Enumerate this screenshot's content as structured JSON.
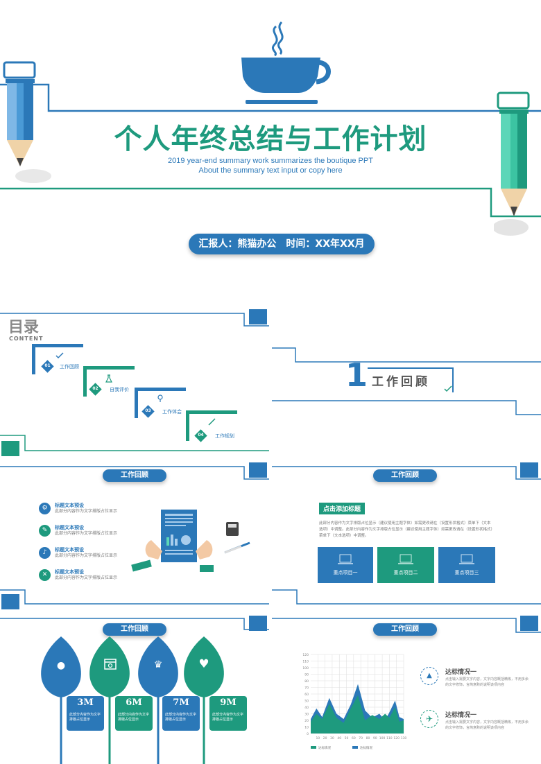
{
  "colors": {
    "blue": "#2b78b8",
    "green": "#1e9a7e",
    "light_blue": "#7fb8e6",
    "light_green": "#5cd6b8"
  },
  "cover": {
    "title": "个人年终总结与工作计划",
    "subtitle_line1": "2019 year-end summary work summarizes the boutique PPT",
    "subtitle_line2": "About the summary text input or copy here",
    "reporter": "汇报人：熊猫办公　时间：XX年XX月"
  },
  "toc": {
    "title": "目录",
    "subtitle": "CONTENT",
    "items": [
      {
        "num": "01",
        "label": "工作回顾",
        "icon": "check-icon"
      },
      {
        "num": "02",
        "label": "自我评价",
        "icon": "flask-icon"
      },
      {
        "num": "03",
        "label": "工作体会",
        "icon": "pin-icon"
      },
      {
        "num": "04",
        "label": "工作规划",
        "icon": "pen-icon"
      }
    ]
  },
  "section": {
    "number": "1",
    "title": "工作回顾"
  },
  "slide3": {
    "header": "工作回顾",
    "items": [
      {
        "title": "标题文本预设",
        "desc": "此部分内容作为文字排版占位显示",
        "icon": "gear-icon"
      },
      {
        "title": "标题文本预设",
        "desc": "此部分内容作为文字排版占位显示",
        "icon": "wrench-icon"
      },
      {
        "title": "标题文本预设",
        "desc": "此部分内容作为文字排版占位显示",
        "icon": "bell-icon"
      },
      {
        "title": "标题文本预设",
        "desc": "此部分内容作为文字排版占位显示",
        "icon": "tools-icon"
      }
    ]
  },
  "slide4": {
    "header": "工作回顾",
    "tag": "点击添加标题",
    "paragraph": "此部分内容作为文字排版占位显示（建议使用主题字体）如需更改请在（设置形状格式）菜单下（文本选项）中调整。此部分内容作为文字排版占位显示（建议使用主题字体）如需更改请在（设置形状格式）菜单下（文本选项）中调整。",
    "boxes": [
      {
        "label": "重点项目一",
        "icon": "laptop-icon"
      },
      {
        "label": "重点项目二",
        "icon": "laptop-icon"
      },
      {
        "label": "重点项目三",
        "icon": "laptop-icon"
      }
    ]
  },
  "slide5": {
    "header": "工作回顾",
    "leaves": [
      {
        "value": "3M",
        "desc": "此部分内容作为文字排版占位显示",
        "icon": "drop-icon"
      },
      {
        "value": "6M",
        "desc": "此部分内容作为文字排版占位显示",
        "icon": "browser-icon"
      },
      {
        "value": "7M",
        "desc": "此部分内容作为文字排版占位显示",
        "icon": "trophy-icon"
      },
      {
        "value": "9M",
        "desc": "此部分内容作为文字排版占位显示",
        "icon": "heart-icon"
      }
    ]
  },
  "slide6": {
    "header": "工作回顾",
    "items": [
      {
        "title": "达标情况一",
        "desc": "点击输入需要文字内容，文字内容概括精炼，不用多余的文字修饰，言简意赅的说明该项内容",
        "icon": "triangle-icon"
      },
      {
        "title": "达标情况一",
        "desc": "点击输入需要文字内容，文字内容概括精炼，不用多余的文字修饰，言简意赅的说明该项内容",
        "icon": "plane-icon"
      }
    ],
    "legend": [
      "达标情况",
      "达标情况"
    ]
  },
  "chart_data": {
    "type": "area",
    "x": [
      10,
      20,
      30,
      40,
      50,
      60,
      70,
      80,
      90,
      100,
      110,
      120,
      130
    ],
    "xlim": [
      0,
      130
    ],
    "ylim": [
      0,
      120
    ],
    "yticks": [
      0,
      10,
      20,
      30,
      40,
      50,
      60,
      70,
      80,
      90,
      100,
      110,
      120
    ],
    "xticks": [
      10,
      20,
      30,
      40,
      50,
      60,
      70,
      80,
      90,
      100,
      110,
      120,
      130
    ],
    "grid": true,
    "legend_position": "bottom",
    "series": [
      {
        "name": "达标情况",
        "color": "#1e9a7e",
        "points": [
          [
            0,
            18
          ],
          [
            8,
            30
          ],
          [
            16,
            22
          ],
          [
            26,
            45
          ],
          [
            36,
            24
          ],
          [
            46,
            16
          ],
          [
            56,
            38
          ],
          [
            66,
            58
          ],
          [
            76,
            20
          ],
          [
            86,
            28
          ],
          [
            96,
            22
          ],
          [
            104,
            30
          ],
          [
            110,
            24
          ],
          [
            118,
            40
          ],
          [
            124,
            18
          ],
          [
            130,
            20
          ]
        ]
      },
      {
        "name": "达标情况",
        "color": "#2b78b8",
        "points": [
          [
            0,
            22
          ],
          [
            8,
            38
          ],
          [
            16,
            25
          ],
          [
            26,
            54
          ],
          [
            36,
            30
          ],
          [
            46,
            22
          ],
          [
            56,
            44
          ],
          [
            66,
            75
          ],
          [
            76,
            35
          ],
          [
            86,
            24
          ],
          [
            96,
            30
          ],
          [
            104,
            20
          ],
          [
            110,
            32
          ],
          [
            118,
            50
          ],
          [
            124,
            25
          ],
          [
            130,
            22
          ]
        ]
      }
    ]
  }
}
